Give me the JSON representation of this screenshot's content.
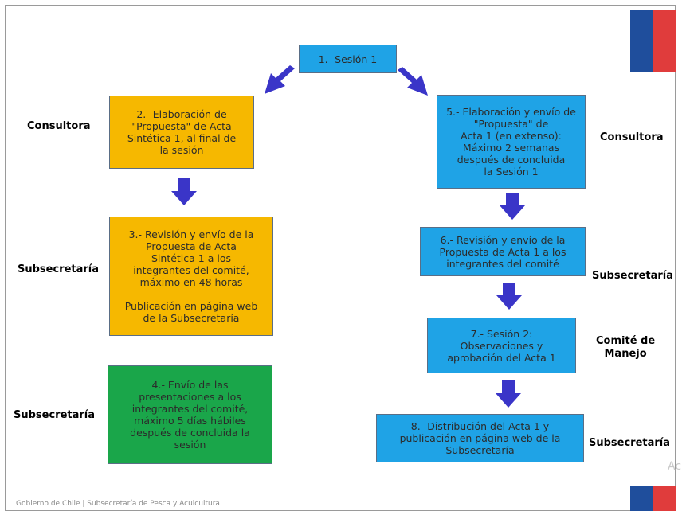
{
  "diagram": {
    "steps": [
      {
        "id": "s1",
        "text": "1.- Sesión 1",
        "color": "#1fa3e6"
      },
      {
        "id": "s2",
        "text": "2.- Elaboración de\n\"Propuesta\" de Acta\nSintética 1, al final de\nla sesión",
        "color": "#f6b800"
      },
      {
        "id": "s3",
        "text": "3.- Revisión y envío de la\nPropuesta de Acta\nSintética 1 a los\nintegrantes del comité,\nmáximo en 48 horas\n\nPublicación en página web\nde la Subsecretaría",
        "color": "#f6b800"
      },
      {
        "id": "s4",
        "text": "4.- Envío de las\npresentaciones a los\nintegrantes del comité,\nmáximo 5 días hábiles\ndespués de concluida la\nsesión",
        "color": "#1aa64a"
      },
      {
        "id": "s5",
        "text": "5.- Elaboración y envío de\n\"Propuesta\" de\nActa 1 (en extenso):\nMáximo 2 semanas\ndespués de concluida\nla Sesión 1",
        "color": "#1fa3e6"
      },
      {
        "id": "s6",
        "text": "6.- Revisión y envío de la\nPropuesta de Acta 1 a los\nintegrantes del comité",
        "color": "#1fa3e6"
      },
      {
        "id": "s7",
        "text": "7.- Sesión 2:\nObservaciones y\naprobación del Acta 1",
        "color": "#1fa3e6"
      },
      {
        "id": "s8",
        "text": "8.- Distribución del Acta 1 y\npublicación en página web de la\nSubsecretaría",
        "color": "#1fa3e6"
      }
    ],
    "roles": {
      "r2": "Consultora",
      "r3": "Subsecretaría",
      "r4": "Subsecretaría",
      "r5": "Consultora",
      "r6": "Subsecretaría",
      "r7": "Comité de\nManejo",
      "r8": "Subsecretaría"
    },
    "arrow_color": "#3a35c8"
  },
  "footer": "Gobierno de Chile | Subsecretaría de Pesca y Acuicultura",
  "watermark": "Ac",
  "flag_colors": {
    "blue": "#1f4e9c",
    "red": "#e03c3c"
  }
}
